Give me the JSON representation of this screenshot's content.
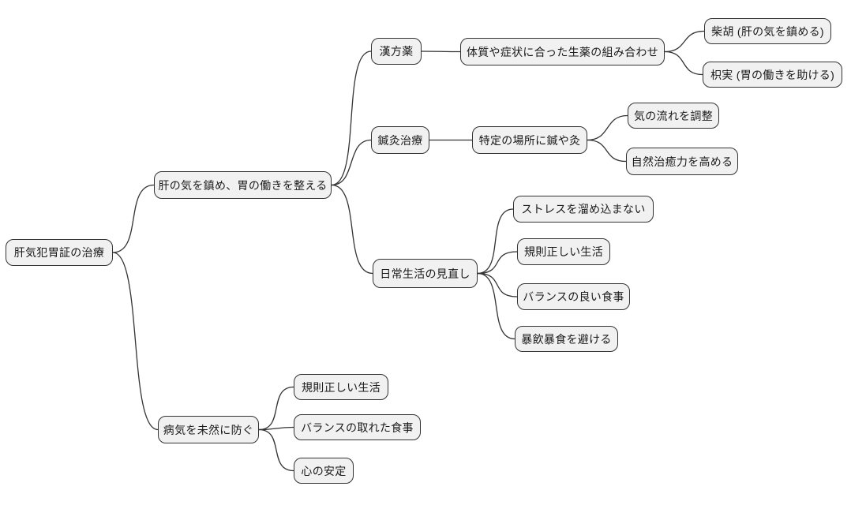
{
  "diagram": {
    "type": "mindmap",
    "background": "#ffffff",
    "node_fill": "#f1f1f1",
    "node_border": "#333333",
    "text_color": "#1a1a1a",
    "root": {
      "label": "肝気犯胃証の治療"
    },
    "branches": [
      {
        "label": "肝の気を鎮め、胃の働きを整える",
        "children": [
          {
            "label": "漢方薬",
            "children": [
              {
                "label": "体質や症状に合った生薬の組み合わせ",
                "children": [
                  {
                    "label": "柴胡 (肝の気を鎮める)"
                  },
                  {
                    "label": "枳実 (胃の働きを助ける)"
                  }
                ]
              }
            ]
          },
          {
            "label": "鍼灸治療",
            "children": [
              {
                "label": "特定の場所に鍼や灸",
                "children": [
                  {
                    "label": "気の流れを調整"
                  },
                  {
                    "label": "自然治癒力を高める"
                  }
                ]
              }
            ]
          },
          {
            "label": "日常生活の見直し",
            "children": [
              {
                "label": "ストレスを溜め込まない"
              },
              {
                "label": "規則正しい生活"
              },
              {
                "label": "バランスの良い食事"
              },
              {
                "label": "暴飲暴食を避ける"
              }
            ]
          }
        ]
      },
      {
        "label": "病気を未然に防ぐ",
        "children": [
          {
            "label": "規則正しい生活"
          },
          {
            "label": "バランスの取れた食事"
          },
          {
            "label": "心の安定"
          }
        ]
      }
    ]
  }
}
